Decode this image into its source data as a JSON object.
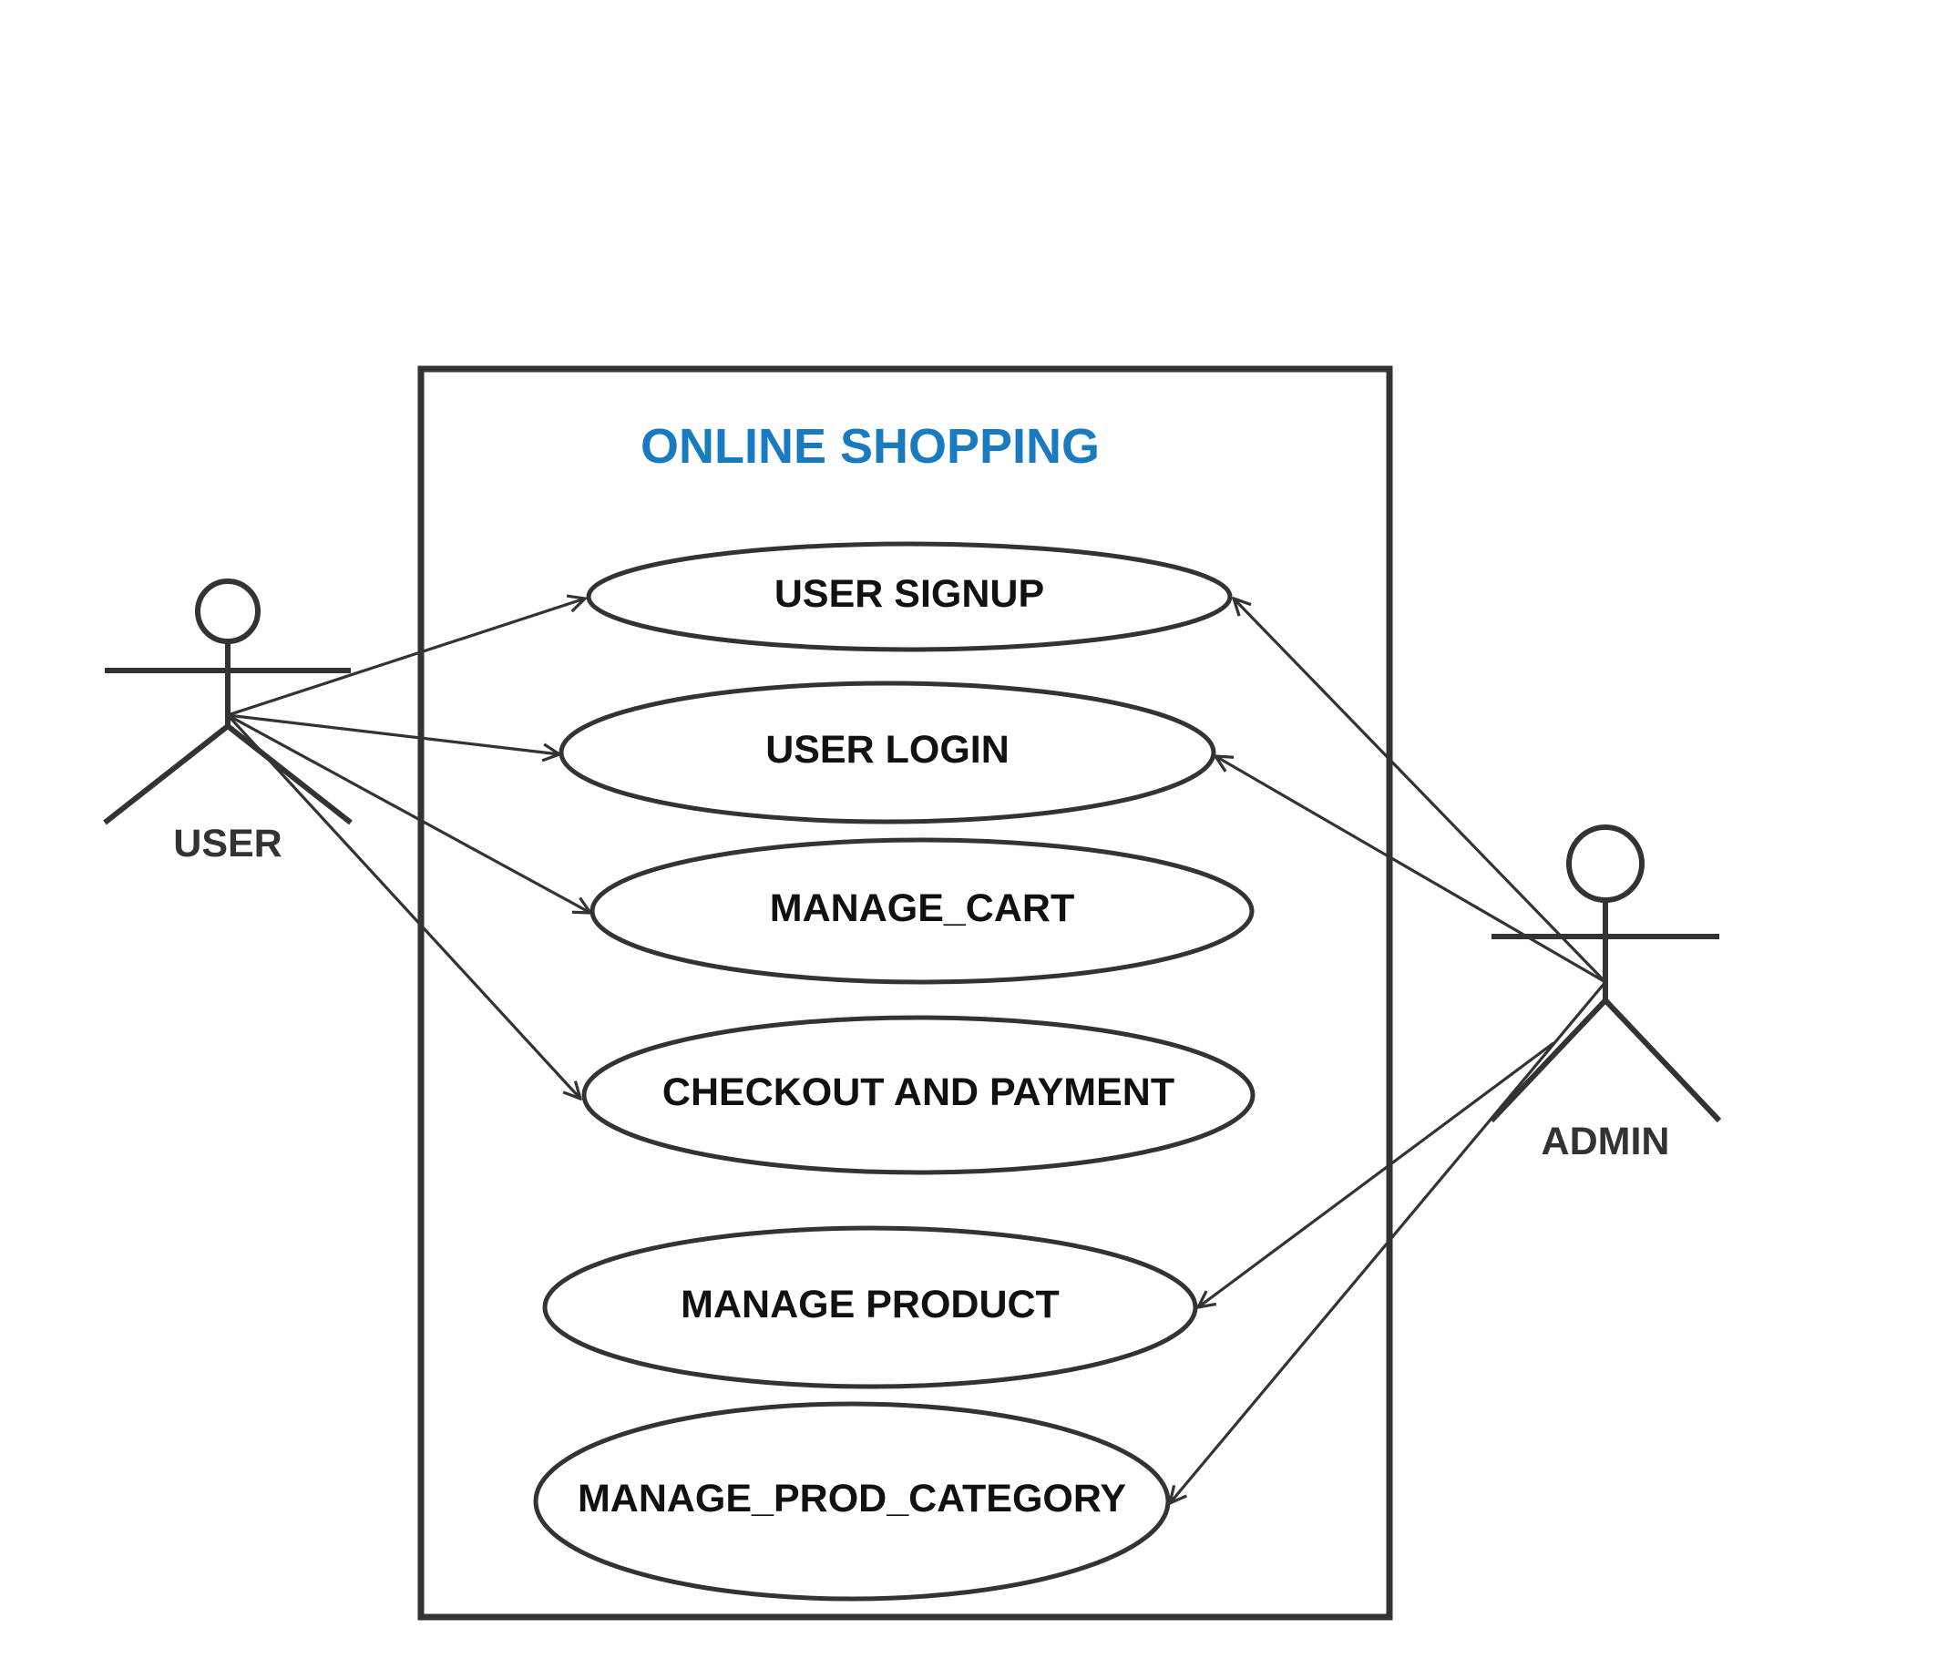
{
  "system": {
    "title": "ONLINE SHOPPING"
  },
  "colors": {
    "title": "#1a7abf",
    "line": "#333333",
    "text": "#111111"
  },
  "actors": {
    "user": {
      "label": "USER"
    },
    "admin": {
      "label": "ADMIN"
    }
  },
  "use_cases": {
    "signup": {
      "label": "USER SIGNUP"
    },
    "login": {
      "label": "USER LOGIN"
    },
    "cart": {
      "label": "MANAGE_CART"
    },
    "checkout": {
      "label": "CHECKOUT AND PAYMENT"
    },
    "product": {
      "label": "MANAGE PRODUCT"
    },
    "category": {
      "label": "MANAGE_PROD_CATEGORY"
    }
  },
  "associations": [
    {
      "from": "user",
      "to": "signup"
    },
    {
      "from": "user",
      "to": "login"
    },
    {
      "from": "user",
      "to": "cart"
    },
    {
      "from": "user",
      "to": "checkout"
    },
    {
      "from": "admin",
      "to": "signup"
    },
    {
      "from": "admin",
      "to": "login"
    },
    {
      "from": "admin",
      "to": "product"
    },
    {
      "from": "admin",
      "to": "category"
    }
  ]
}
